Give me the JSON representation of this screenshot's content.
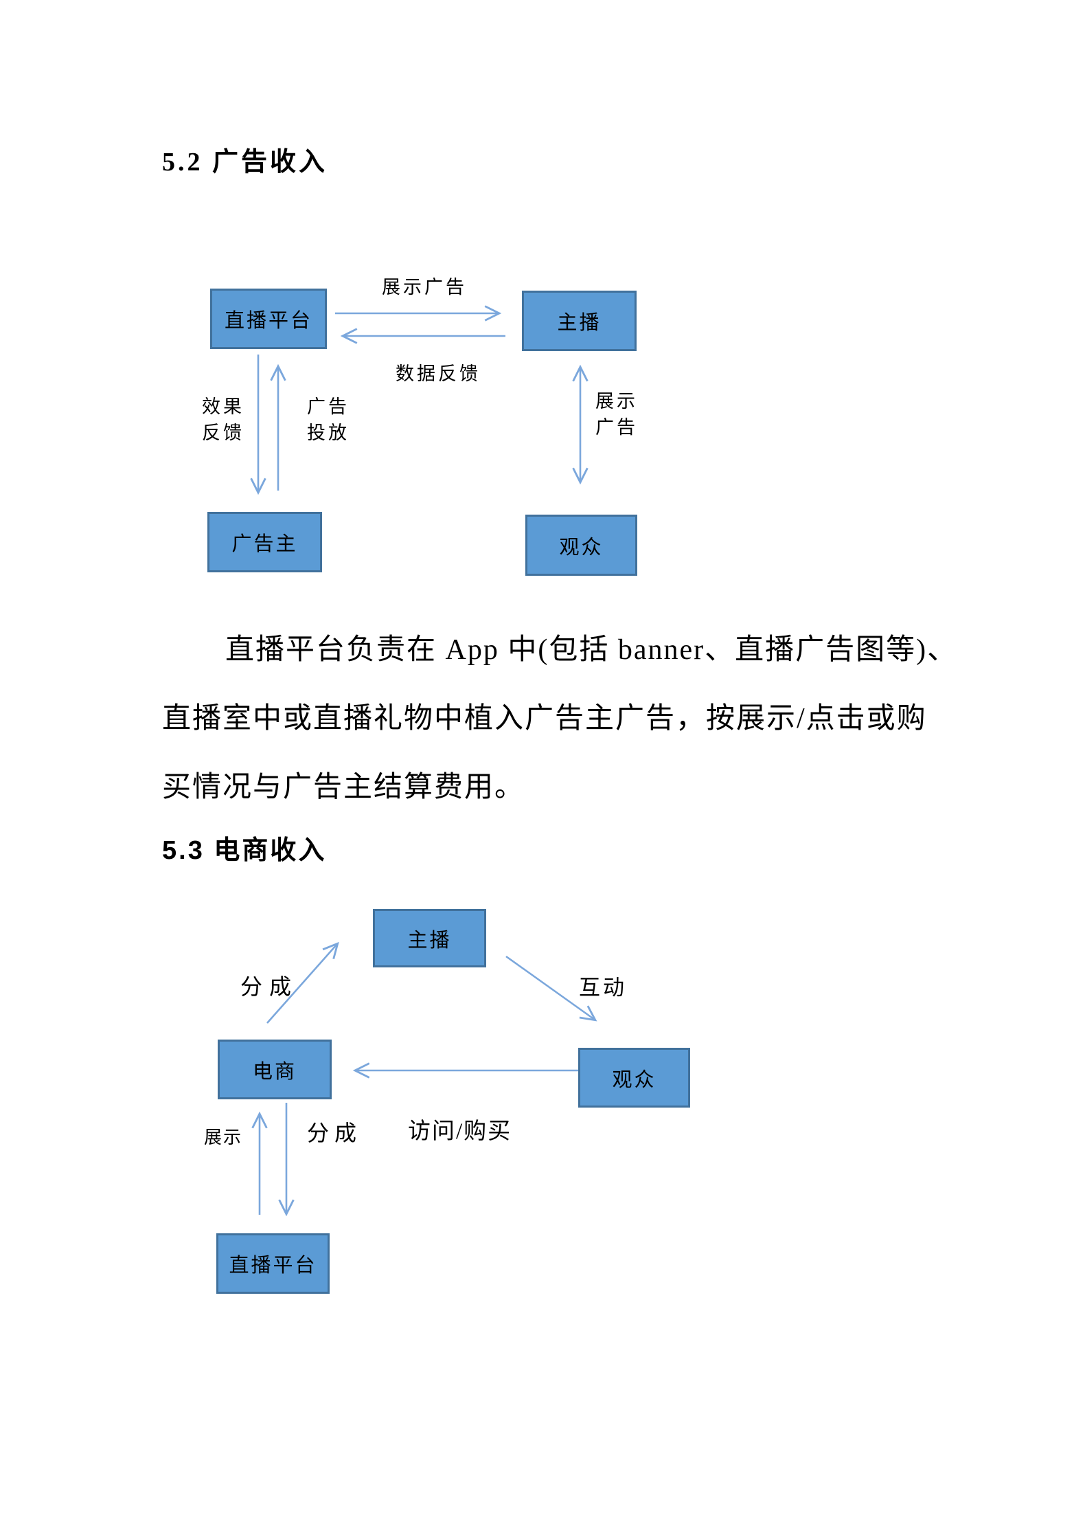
{
  "colors": {
    "box_fill": "#5b9bd5",
    "box_border": "#41719c",
    "arrow": "#7ba7dc"
  },
  "headings": {
    "section_52": "5.2 广告收入",
    "section_53": "5.3 电商收入"
  },
  "paragraph": {
    "line1": "直播平台负责在 App 中(包括 banner、直播广告图等)、",
    "line2": "直播室中或直播礼物中植入广告主广告，按展示/点击或购",
    "line3": "买情况与广告主结算费用。"
  },
  "diagram1": {
    "boxes": {
      "platform": "直播平台",
      "streamer": "主播",
      "advertiser": "广告主",
      "audience": "观众"
    },
    "labels": {
      "show_ads": "展示广告",
      "data_feedback": "数据反馈",
      "effect_feedback": "效果\n反馈",
      "ad_placement": "广告\n投放",
      "show_ads_vertical": "展示\n广告"
    }
  },
  "diagram2": {
    "boxes": {
      "streamer": "主播",
      "ecommerce": "电商",
      "audience": "观众",
      "platform": "直播平台"
    },
    "labels": {
      "share_top": "分成",
      "interact": "互动",
      "visit_buy": "访问/购买",
      "display": "展示",
      "share_bottom": "分成"
    }
  }
}
